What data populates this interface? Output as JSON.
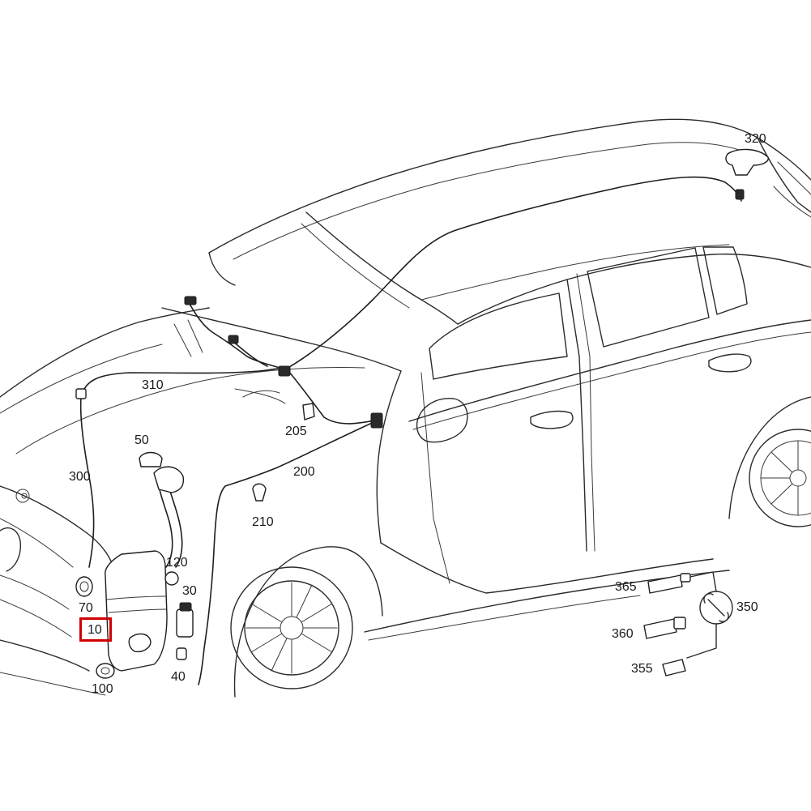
{
  "diagram": {
    "highlight_color": "#d00000",
    "highlighted_part": "10",
    "callouts": {
      "c320": "320",
      "c310": "310",
      "c205": "205",
      "c200": "200",
      "c210": "210",
      "c300": "300",
      "c50": "50",
      "c120": "120",
      "c30": "30",
      "c40": "40",
      "c70": "70",
      "c10": "10",
      "c100": "100",
      "c365": "365",
      "c360": "360",
      "c355": "355",
      "c350": "350"
    },
    "icons": {
      "wrench": "wrench-icon"
    }
  }
}
